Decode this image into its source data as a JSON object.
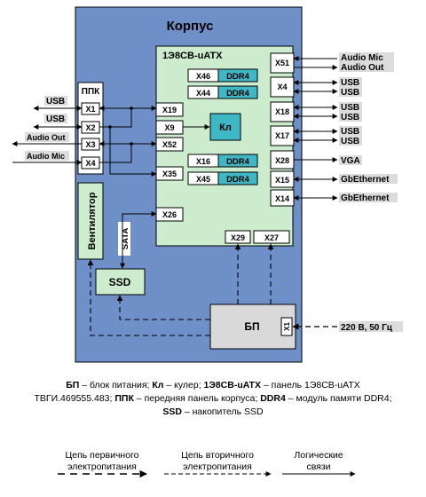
{
  "diagram": {
    "title": "Корпус",
    "board": "1Э8СВ-uATX",
    "ppk": "ППК",
    "fan": "Вентилятор",
    "sata": "SATA",
    "ssd": "SSD",
    "psu": "БП",
    "cooler": "Кл",
    "power_in": "220 В, 50 Гц",
    "psu_conn": "X1",
    "ppk_ports": [
      "X1",
      "X2",
      "X3",
      "X4"
    ],
    "left_labels": [
      "USB",
      "USB",
      "Audio Out",
      "Audio Mic"
    ],
    "board_left_ports": [
      "X19",
      "X9",
      "X52",
      "X35",
      "X26"
    ],
    "memory": [
      {
        "slot": "X46",
        "type": "DDR4"
      },
      {
        "slot": "X44",
        "type": "DDR4"
      },
      {
        "slot": "X16",
        "type": "DDR4"
      },
      {
        "slot": "X45",
        "type": "DDR4"
      }
    ],
    "board_bottom_ports": [
      "X29",
      "X27"
    ],
    "right_ports": [
      {
        "port": "X51",
        "labels": [
          "Audio Mic",
          "Audio Out"
        ]
      },
      {
        "port": "X4",
        "labels": [
          "USB",
          "USB"
        ]
      },
      {
        "port": "X18",
        "labels": [
          "USB",
          "USB"
        ]
      },
      {
        "port": "X17",
        "labels": [
          "USB",
          "USB"
        ]
      },
      {
        "port": "X28",
        "labels": [
          "VGA"
        ]
      },
      {
        "port": "X15",
        "labels": [
          "GbEthernet"
        ]
      },
      {
        "port": "X14",
        "labels": [
          "GbEthernet"
        ]
      }
    ]
  },
  "caption": {
    "lines": [
      [
        {
          "b": "БП"
        },
        {
          "t": " – блок питания; "
        },
        {
          "b": "Кл"
        },
        {
          "t": " – кулер; "
        },
        {
          "b": "1Э8СВ-uATX"
        },
        {
          "t": " – панель 1Э8СВ-uATX"
        }
      ],
      [
        {
          "t": "ТВГИ.469555.483; "
        },
        {
          "b": "ППК"
        },
        {
          "t": " – передняя панель корпуса; "
        },
        {
          "b": "DDR4"
        },
        {
          "t": " – модуль памяти DDR4;"
        }
      ],
      [
        {
          "b": "SSD"
        },
        {
          "t": " – накопитель SSD"
        }
      ]
    ]
  },
  "legend": {
    "primary": "Цепь первичного электропитания",
    "secondary": "Цепь вторичного электропитания",
    "logical": "Логические связи"
  },
  "colors": {
    "case": "#6e8fc7",
    "board": "#cdeccd",
    "ddr": "#3fb7c4",
    "ssd": "#cdeccd",
    "psu": "#d9d9d9"
  }
}
